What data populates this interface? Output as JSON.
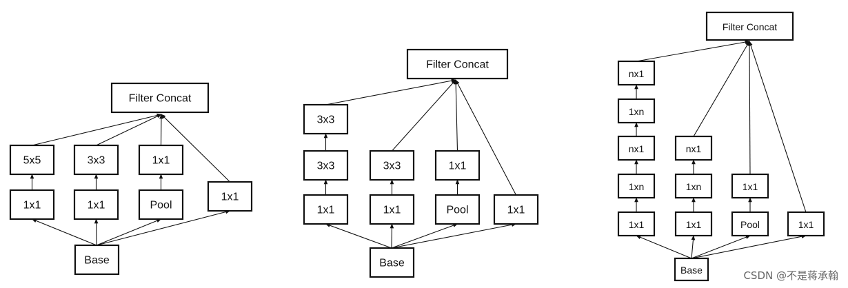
{
  "colors": {
    "stroke": "#111111",
    "fill": "#ffffff",
    "watermark": "#666666"
  },
  "diagrams": [
    {
      "nodes": [
        {
          "id": "concat",
          "label": "Filter Concat"
        },
        {
          "id": "b1t",
          "label": "5x5"
        },
        {
          "id": "b2t",
          "label": "3x3"
        },
        {
          "id": "b3t",
          "label": "1x1"
        },
        {
          "id": "b1b",
          "label": "1x1"
        },
        {
          "id": "b2b",
          "label": "1x1"
        },
        {
          "id": "b3b",
          "label": "Pool"
        },
        {
          "id": "b4",
          "label": "1x1"
        },
        {
          "id": "base",
          "label": "Base"
        }
      ],
      "edges": [
        [
          "base",
          "b1b"
        ],
        [
          "base",
          "b2b"
        ],
        [
          "base",
          "b3b"
        ],
        [
          "base",
          "b4"
        ],
        [
          "b1b",
          "b1t"
        ],
        [
          "b2b",
          "b2t"
        ],
        [
          "b3b",
          "b3t"
        ],
        [
          "b1t",
          "concat"
        ],
        [
          "b2t",
          "concat"
        ],
        [
          "b3t",
          "concat"
        ],
        [
          "b4",
          "concat"
        ]
      ]
    },
    {
      "nodes": [
        {
          "id": "concat",
          "label": "Filter Concat"
        },
        {
          "id": "b1top",
          "label": "3x3"
        },
        {
          "id": "b1mid",
          "label": "3x3"
        },
        {
          "id": "b2t",
          "label": "3x3"
        },
        {
          "id": "b3t",
          "label": "1x1"
        },
        {
          "id": "b1b",
          "label": "1x1"
        },
        {
          "id": "b2b",
          "label": "1x1"
        },
        {
          "id": "b3b",
          "label": "Pool"
        },
        {
          "id": "b4",
          "label": "1x1"
        },
        {
          "id": "base",
          "label": "Base"
        }
      ],
      "edges": [
        [
          "base",
          "b1b"
        ],
        [
          "base",
          "b2b"
        ],
        [
          "base",
          "b3b"
        ],
        [
          "base",
          "b4"
        ],
        [
          "b1b",
          "b1mid"
        ],
        [
          "b1mid",
          "b1top"
        ],
        [
          "b2b",
          "b2t"
        ],
        [
          "b3b",
          "b3t"
        ],
        [
          "b1top",
          "concat"
        ],
        [
          "b2t",
          "concat"
        ],
        [
          "b3t",
          "concat"
        ],
        [
          "b4",
          "concat"
        ]
      ]
    },
    {
      "nodes": [
        {
          "id": "concat",
          "label": "Filter Concat"
        },
        {
          "id": "c1r5",
          "label": "nx1"
        },
        {
          "id": "c1r4",
          "label": "1xn"
        },
        {
          "id": "c1r3",
          "label": "nx1"
        },
        {
          "id": "c1r2",
          "label": "1xn"
        },
        {
          "id": "c1r1",
          "label": "1x1"
        },
        {
          "id": "c2r3",
          "label": "nx1"
        },
        {
          "id": "c2r2",
          "label": "1xn"
        },
        {
          "id": "c2r1",
          "label": "1x1"
        },
        {
          "id": "c3r2",
          "label": "1x1"
        },
        {
          "id": "c3r1",
          "label": "Pool"
        },
        {
          "id": "c4",
          "label": "1x1"
        },
        {
          "id": "base",
          "label": "Base"
        }
      ],
      "edges": [
        [
          "base",
          "c1r1"
        ],
        [
          "base",
          "c2r1"
        ],
        [
          "base",
          "c3r1"
        ],
        [
          "base",
          "c4"
        ],
        [
          "c1r1",
          "c1r2"
        ],
        [
          "c1r2",
          "c1r3"
        ],
        [
          "c1r3",
          "c1r4"
        ],
        [
          "c1r4",
          "c1r5"
        ],
        [
          "c2r1",
          "c2r2"
        ],
        [
          "c2r2",
          "c2r3"
        ],
        [
          "c3r1",
          "c3r2"
        ],
        [
          "c1r5",
          "concat"
        ],
        [
          "c2r3",
          "concat"
        ],
        [
          "c3r2",
          "concat"
        ],
        [
          "c4",
          "concat"
        ]
      ]
    }
  ],
  "watermark": "CSDN @不是蒋承翰"
}
